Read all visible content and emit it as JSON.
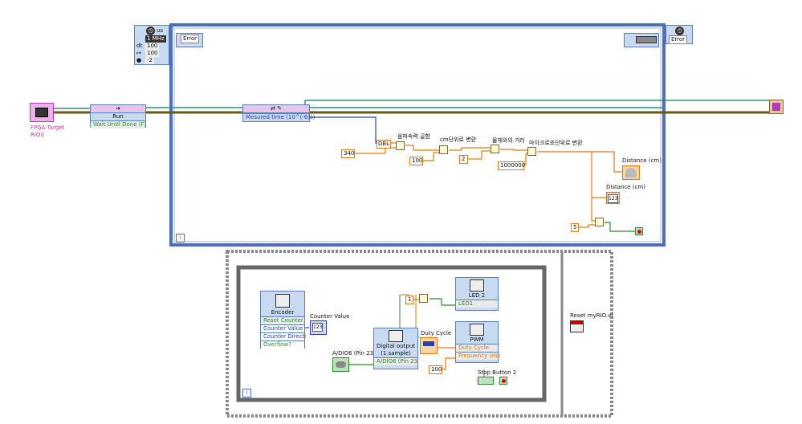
{
  "timed_loop": {
    "config": {
      "period_unit": "us",
      "timing_source": "1 MHz",
      "dt": "100",
      "offset": "100",
      "priority": "-2"
    },
    "error_left": "Error",
    "error_right": "Error",
    "iteration": "i"
  },
  "fpga_target": {
    "label_line1": "FPGA Target",
    "label_line2": "RIO0"
  },
  "run_node": {
    "title": "Run",
    "option": "Wait Until Done (F)"
  },
  "read_node": {
    "row": "Mesured time (10^(-6)s)"
  },
  "constants": {
    "c340": "340",
    "c100": "100",
    "c2": "2",
    "c1000000": "1000000",
    "c5": "5",
    "c1": "1",
    "c100b": "100"
  },
  "labels": {
    "sound_speed": "음파속력 곱함",
    "cm_convert": "cm단위로 변환",
    "object_distance": "물체와의 거리",
    "micro_convert": "마이크로초단위로 변환",
    "distance_gauge": "Distance (cm)",
    "distance_ind": "Distance (cm)",
    "counter_value": "Counter Value",
    "pin23": "A/DIO6 (Pin 23)",
    "duty_cycle": "Duty Cycle",
    "stop_button": "Stop Button 2",
    "reset_vi": "Reset myRIO.vi"
  },
  "dbl_tag": "DBL",
  "indicator_value": "123",
  "encoder": {
    "title": "Encoder",
    "rows": [
      "Reset Counter",
      "Counter Value",
      "Counter Directi",
      "Overflow?"
    ]
  },
  "digital_output": {
    "title_line1": "Digital output",
    "title_line2": "(1 sample)",
    "row": "A/DIO6 (Pin 23"
  },
  "led": {
    "title": "LED 2",
    "row": "LED1"
  },
  "pwm": {
    "title": "PWM",
    "rows": [
      "Duty Cycle",
      "Frequency (Hz)"
    ]
  },
  "inner_loop": {
    "iteration": "i"
  },
  "colors": {
    "wire_bool": "#2f8a2f",
    "wire_num": "#e07a10",
    "wire_ref": "#2e8c8c",
    "wire_error": "#6b5a14",
    "loop_blue": "#4b6fb8",
    "node_blue": "#c8daf2"
  }
}
